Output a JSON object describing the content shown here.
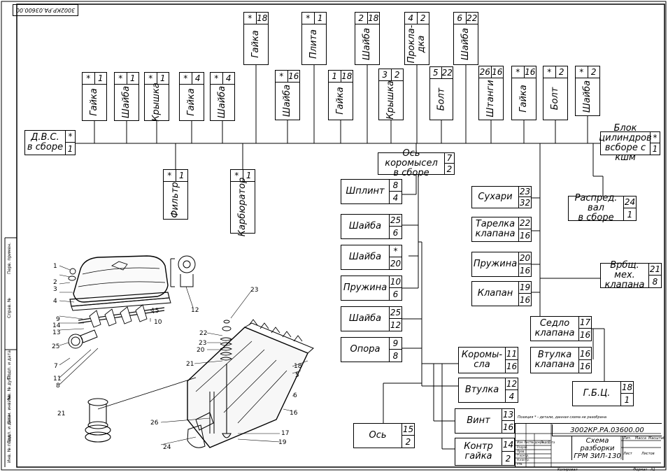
{
  "drawing_code_rotated": "3002КР.РА.03600.00",
  "root": {
    "label": "Д.В.С.\nв сборе",
    "n1": "*",
    "n2": "1"
  },
  "right_end": {
    "label": "Блок цилиндров\nвсборе с кшм",
    "n1": "*",
    "n2": "1"
  },
  "top_parts": [
    {
      "label": "Гайка",
      "n1": "*",
      "n2": "1"
    },
    {
      "label": "Шайба",
      "n1": "*",
      "n2": "1"
    },
    {
      "label": "Крышка",
      "n1": "*",
      "n2": "1"
    },
    {
      "label": "Гайка",
      "n1": "*",
      "n2": "4"
    },
    {
      "label": "Шайба",
      "n1": "*",
      "n2": "4"
    },
    {
      "label": "Гайка",
      "n1": "*",
      "n2": "18"
    },
    {
      "label": "Шайба",
      "n1": "*",
      "n2": "16"
    },
    {
      "label": "Плита",
      "n1": "*",
      "n2": "1"
    },
    {
      "label": "Гайка",
      "n1": "1",
      "n2": "18"
    },
    {
      "label": "Шайба",
      "n1": "2",
      "n2": "18"
    },
    {
      "label": "Крышка",
      "n1": "3",
      "n2": "2"
    },
    {
      "label": "Прокла-\nдка",
      "n1": "4",
      "n2": "2"
    },
    {
      "label": "Болт",
      "n1": "5",
      "n2": "22"
    },
    {
      "label": "Шайба",
      "n1": "6",
      "n2": "22"
    },
    {
      "label": "Штанги",
      "n1": "26",
      "n2": "16"
    },
    {
      "label": "Гайка",
      "n1": "*",
      "n2": "16"
    },
    {
      "label": "Болт",
      "n1": "*",
      "n2": "2"
    },
    {
      "label": "Шайба",
      "n1": "*",
      "n2": "2"
    },
    {
      "label": "Фильтр",
      "n1": "*",
      "n2": "1"
    },
    {
      "label": "Карбюратор",
      "n1": "*",
      "n2": "1"
    }
  ],
  "axle_assembly": {
    "label": "Ось коромысел\nв сборе",
    "n1": "7",
    "n2": "2"
  },
  "axle_parts": [
    {
      "label": "Шплинт",
      "n1": "8",
      "n2": "4"
    },
    {
      "label": "Шайба",
      "n1": "25",
      "n2": "6"
    },
    {
      "label": "Шайба",
      "n1": "*",
      "n2": "20"
    },
    {
      "label": "Пружина",
      "n1": "10",
      "n2": "6"
    },
    {
      "label": "Шайба",
      "n1": "25",
      "n2": "12"
    },
    {
      "label": "Опора",
      "n1": "9",
      "n2": "8"
    },
    {
      "label": "Коромы-\nсла",
      "n1": "11",
      "n2": "16"
    },
    {
      "label": "Втулка",
      "n1": "12",
      "n2": "4"
    },
    {
      "label": "Винт",
      "n1": "13",
      "n2": "16"
    },
    {
      "label": "Контр\nгайка",
      "n1": "14",
      "n2": "2"
    },
    {
      "label": "Ось",
      "n1": "15",
      "n2": "2"
    }
  ],
  "valve_parts": [
    {
      "label": "Сухари",
      "n1": "23",
      "n2": "32"
    },
    {
      "label": "Тарелка\nклапана",
      "n1": "22",
      "n2": "16"
    },
    {
      "label": "Пружина",
      "n1": "20",
      "n2": "16"
    },
    {
      "label": "Клапан",
      "n1": "19",
      "n2": "16"
    },
    {
      "label": "Врбщ. мех.\nклапана",
      "n1": "21",
      "n2": "8"
    },
    {
      "label": "Распред. вал\nв сборе",
      "n1": "24",
      "n2": "1"
    },
    {
      "label": "Седло\nклапана",
      "n1": "17",
      "n2": "16"
    },
    {
      "label": "Втулка\nклапана",
      "n1": "16",
      "n2": "16"
    },
    {
      "label": "Г.Б.Ц.",
      "n1": "18",
      "n2": "1"
    }
  ],
  "title_block": {
    "code": "3002КР.РА.03600.00",
    "name": "Схема разборки\nГРМ ЗИЛ-130",
    "note": "Позиция * - детали, данная схема не разобрана",
    "rows": [
      "Изм.",
      "Лист",
      "№ докум.",
      "Подп.",
      "Дата",
      "Разраб.",
      "Пров.",
      "Т.контр.",
      "Н.контр.",
      "Утв."
    ],
    "cols": [
      "Лит.",
      "Масса",
      "Масштаб"
    ],
    "sheet_row": [
      "Лист",
      "Листов"
    ],
    "footer_copy": "Копировал",
    "footer_format": "Формат   А1"
  },
  "illustration_callouts": [
    "1",
    "2",
    "3",
    "4",
    "9",
    "14",
    "13",
    "25",
    "7",
    "11",
    "8",
    "15",
    "10",
    "12",
    "23",
    "22",
    "23",
    "20",
    "21",
    "18",
    "5",
    "6",
    "16",
    "17",
    "19",
    "26",
    "24",
    "21"
  ],
  "side_stamps": [
    "Перв. примен.",
    "Справ. №",
    "Подп. и дата",
    "Инв. № дубл.",
    "Взам. инв. №",
    "Подп. и дата",
    "Инв. № подл."
  ]
}
